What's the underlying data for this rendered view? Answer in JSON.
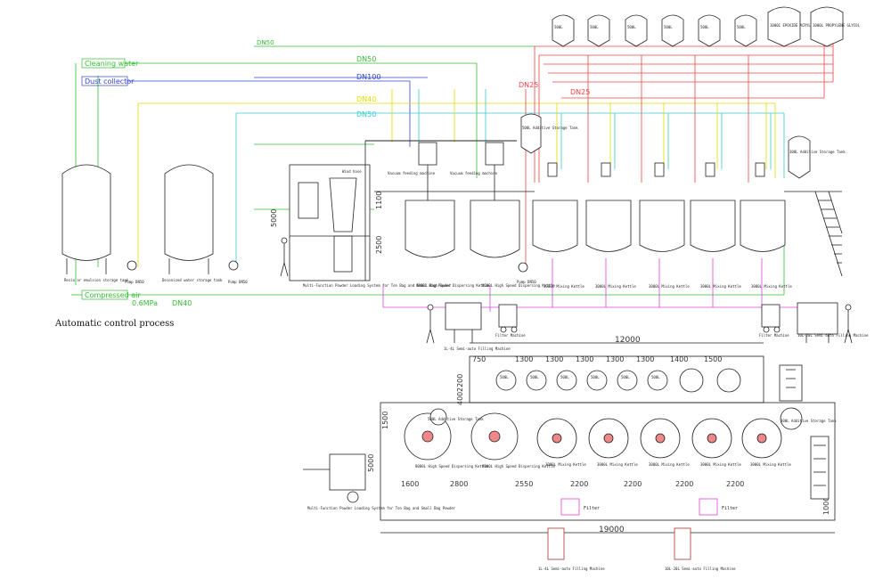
{
  "title": "Automatic control process",
  "pipe_labels": {
    "cleaning_water": "Cleaning water",
    "dust_collector": "Dust collector",
    "compressed_air": "Compressed air",
    "pressure": "0.6MPa",
    "dn50_top": "DN50",
    "dn50": "DN50",
    "dn100": "DN100",
    "dn40": "DN40",
    "dn25_a": "DN25",
    "dn25_b": "DN25",
    "dn40_b": "DN40",
    "dn50_b": "DN50"
  },
  "top_tanks": [
    {
      "label": "500L"
    },
    {
      "label": "500L"
    },
    {
      "label": "500L"
    },
    {
      "label": "500L"
    },
    {
      "label": "500L"
    },
    {
      "label": "500L"
    },
    {
      "label": "1000L EPOXIDE ACRYLIC"
    },
    {
      "label": "1000L PROPYLENE GLYCOL"
    }
  ],
  "elevation": {
    "storage_tank_1": "Resin or emulsion storage tank",
    "storage_tank_2": "Deionized water storage tank",
    "pump_1": "Pump DN50",
    "pump_2": "Pump DN50",
    "pump_3": "Pump DN50",
    "powder_system": "Multi-Function Powder Loading System for Ton Bag and Small Bag Powder",
    "wind_hose": "Wind hose",
    "vacuum_feeding": "Vacuum feeding machine",
    "disperser_1": "8000L High Speed Dispersing Kettle",
    "disperser_2": "8000L High Speed Dispersing Kettle",
    "additive_tank_1": "500L Additive Storage Tank",
    "additive_tank_2": "300L Additive Storage Tank",
    "mixing_kettles": [
      "3000L Mixing Kettle",
      "3000L Mixing Kettle",
      "3000L Mixing Kettle",
      "3000L Mixing Kettle",
      "3000L Mixing Kettle"
    ],
    "filling_1": "1L-4L Semi-auto Filling Machine",
    "filling_2": "10L-20L Semi-auto Filling Machine",
    "filter_1": "Filter Machine",
    "filter_2": "Filter Machine",
    "height_5000": "5000",
    "height_2500": "2500",
    "height_1100": "1100"
  },
  "plan": {
    "overall_width": "12000",
    "overall_length": "19000",
    "top_dims": [
      "750",
      "1300",
      "1300",
      "1300",
      "1300",
      "1300",
      "1400",
      "1500"
    ],
    "bottom_dims": [
      "1600",
      "2800",
      "2550",
      "2200",
      "2200",
      "2200",
      "2200"
    ],
    "side_dims": [
      "2200",
      "400",
      "1500",
      "5000",
      "1000"
    ],
    "filter_1": "Filter",
    "filter_2": "Filter",
    "filling_1": "1L-4L Semi-auto Filling Machine",
    "filling_2": "10L-20L Semi-auto Filling Machine",
    "powder_system": "Multi-Function Powder Loading System for Ton Bag and Small Bag Powder",
    "disperser_1": "8000L High Speed Dispersing Kettle",
    "disperser_2": "8000L High Speed Dispersing Kettle",
    "additive_tank_1": "500L Additive Storage Tank",
    "additive_tank_2": "300L Additive Storage Tank",
    "mixing_kettles": [
      "3000L Mixing Kettle",
      "3000L Mixing Kettle",
      "3000L Mixing Kettle",
      "3000L Mixing Kettle",
      "3000L Mixing Kettle"
    ]
  },
  "colors": {
    "cleaning_water": "#33bb33",
    "dust_collector": "#3344cc",
    "yellow_pipe": "#dddd00",
    "cyan_pipe": "#33cccc",
    "red_pipe": "#ee4444",
    "magenta_pipe": "#dd44dd",
    "compressed_air": "#33bb33",
    "line": "#222222"
  }
}
